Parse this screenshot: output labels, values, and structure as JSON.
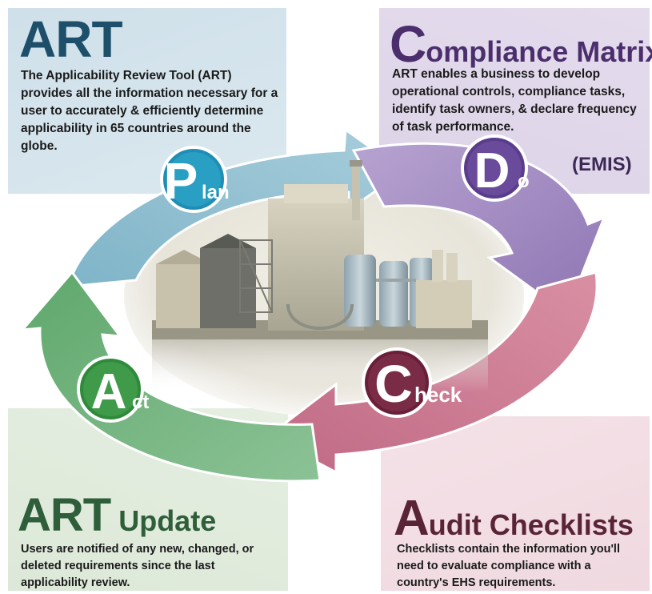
{
  "panels": {
    "plan": {
      "title": "ART",
      "body": "The Applicability Review Tool (ART) provides all the information necessary for a user to accurately & efficiently determine applicability in 65 countries around the globe."
    },
    "do": {
      "title_cap": "C",
      "title_rest": "ompliance Matrix",
      "body": "ART enables a business to develop operational controls, compliance tasks, identify task owners, & declare frequency of task performance.",
      "note": "(EMIS)"
    },
    "act": {
      "title_cap": "ART",
      "title_rest": " Update",
      "body": "Users are notified of any new, changed, or deleted requirements since the last applicability review."
    },
    "check": {
      "title_cap": "A",
      "title_rest": "udit Checklists",
      "body": "Checklists contain the information you'll need to evaluate compliance with a country's EHS requirements."
    }
  },
  "cycle": {
    "plan": {
      "big": "P",
      "small": "lan",
      "color": "#2a9fc4",
      "arrow_color": "#8fbfd1"
    },
    "do": {
      "big": "D",
      "small": "o",
      "color": "#6a4a9a",
      "arrow_color": "#a58fc4"
    },
    "check": {
      "big": "C",
      "small": "heck",
      "color": "#7a2b45",
      "arrow_color": "#d0849a"
    },
    "act": {
      "big": "A",
      "small": "ct",
      "color": "#3f9a4a",
      "arrow_color": "#7fb889"
    }
  }
}
